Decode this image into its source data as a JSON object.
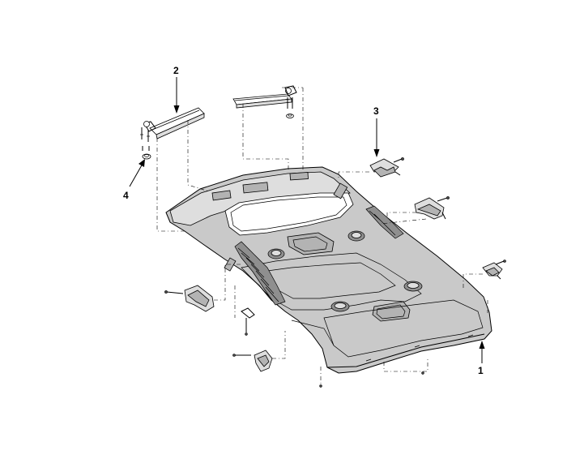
{
  "callouts": {
    "c1": "1",
    "c2": "2",
    "c3": "3",
    "c4": "4"
  },
  "colors": {
    "line": "#000000",
    "panel_fill": "#c9c9c9",
    "panel_dark": "#8f8f8f",
    "background": "#ffffff"
  }
}
